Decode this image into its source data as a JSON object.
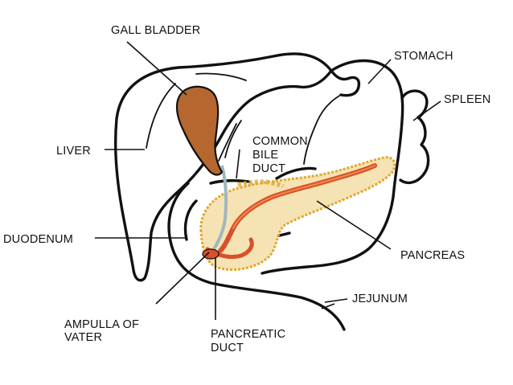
{
  "labels": {
    "gall_bladder": "GALL BLADDER",
    "stomach": "STOMACH",
    "spleen": "SPLEEN",
    "common_bile_duct": [
      "COMMON",
      "BILE",
      "DUCT"
    ],
    "liver": "LIVER",
    "duodenum": "DUODENUM",
    "pancreas": "PANCREAS",
    "jejunum": "JEJUNUM",
    "ampulla_of_vater": [
      "AMPULLA OF",
      "VATER"
    ],
    "pancreatic_duct": [
      "PANCREATIC",
      "DUCT"
    ]
  },
  "colors": {
    "gall_bladder": "#b5672f",
    "pancreas_body": "#f6e3b4",
    "pancreas_edge": "#e0a832",
    "pancreatic_duct": "#d9502c",
    "duct_highlight": "#f08a46",
    "outline": "#111111",
    "background": "#ffffff"
  }
}
